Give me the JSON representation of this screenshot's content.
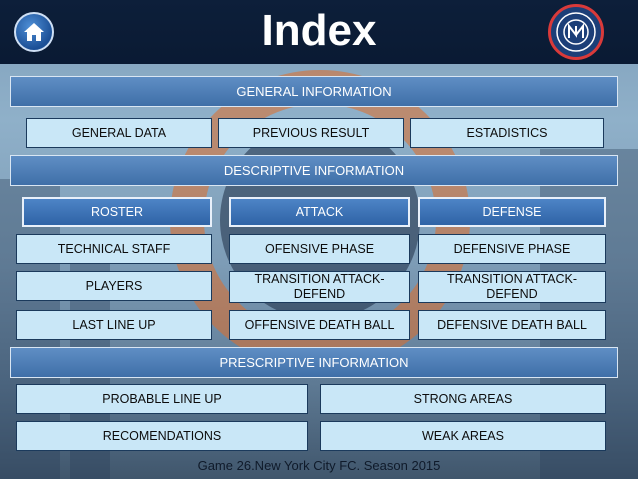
{
  "title": "Index",
  "icons": {
    "home": "home-icon",
    "crest": "club-crest-icon"
  },
  "colors": {
    "banner": "#4a7cb8",
    "cell": "#c9e7f7",
    "header": "#0b1c36"
  },
  "general": {
    "banner": "GENERAL INFORMATION",
    "items": [
      "GENERAL DATA",
      "PREVIOUS RESULT",
      "ESTADISTICS"
    ]
  },
  "descriptive": {
    "banner": "DESCRIPTIVE INFORMATION",
    "columns": [
      "ROSTER",
      "ATTACK",
      "DEFENSE"
    ],
    "roster": [
      "TECHNICAL STAFF",
      "PLAYERS",
      "LAST LINE UP"
    ],
    "attack": [
      "OFENSIVE PHASE",
      "TRANSITION ATTACK-DEFEND",
      "OFFENSIVE DEATH BALL"
    ],
    "defense": [
      "DEFENSIVE PHASE",
      "TRANSITION ATTACK-DEFEND",
      "DEFENSIVE DEATH BALL"
    ]
  },
  "prescriptive": {
    "banner": "PRESCRIPTIVE INFORMATION",
    "items": [
      "PROBABLE LINE UP",
      "STRONG AREAS",
      "RECOMENDATIONS",
      "WEAK AREAS"
    ]
  },
  "footer": "Game 26.New York City FC. Season 2015"
}
